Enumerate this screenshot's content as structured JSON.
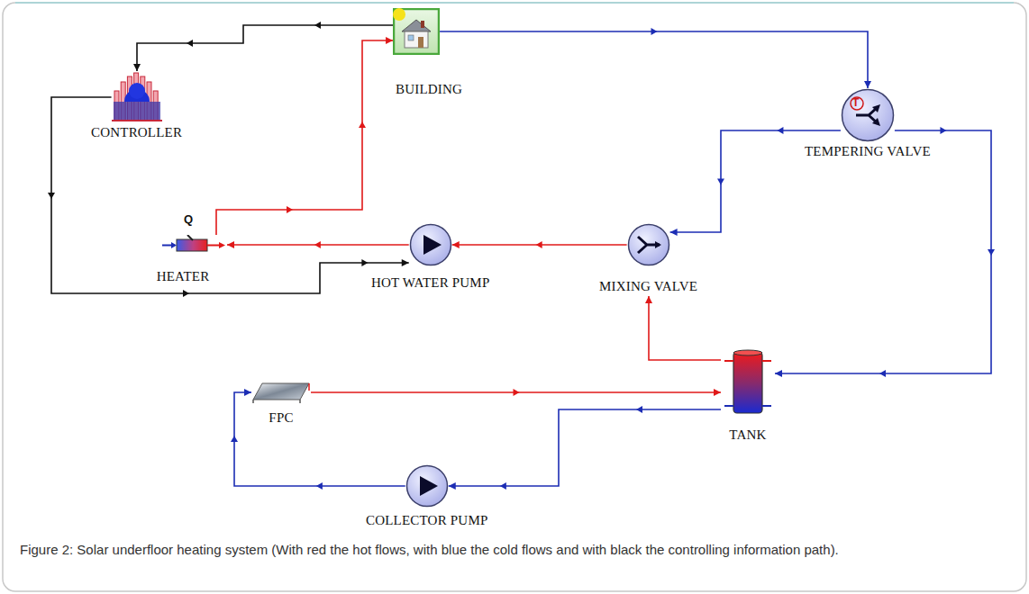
{
  "diagram": {
    "caption": "Figure 2: Solar underfloor heating system (With red the hot flows, with blue the cold flows and with black the controlling information path).",
    "nodes": [
      {
        "text": [
          "BUILDING"
        ]
      },
      {
        "text": [
          "CONTROLLER"
        ]
      },
      {
        "text": [
          "TEMPERING VALVE"
        ]
      },
      {
        "text": [
          "HEATER"
        ]
      },
      {
        "text": [
          "HOT WATER PUMP"
        ]
      },
      {
        "text": [
          "MIXING VALVE"
        ]
      },
      {
        "text": [
          "FPC"
        ]
      },
      {
        "text": [
          "TANK"
        ]
      },
      {
        "text": [
          "COLLECTOR PUMP"
        ]
      }
    ],
    "edges": [
      {
        "from": 0,
        "to": 1,
        "arrow": "to"
      },
      {
        "from": 1,
        "to": 4,
        "arrow": "to"
      },
      {
        "from": 0,
        "to": 2,
        "arrow": "to"
      },
      {
        "from": 2,
        "to": 5,
        "arrow": "to"
      },
      {
        "from": 2,
        "to": 7,
        "arrow": "to"
      },
      {
        "from": 7,
        "to": 5,
        "arrow": "to"
      },
      {
        "from": 5,
        "to": 4,
        "arrow": "to"
      },
      {
        "from": 4,
        "to": 3,
        "arrow": "to"
      },
      {
        "from": 3,
        "to": 0,
        "arrow": "to"
      },
      {
        "from": 6,
        "to": 7,
        "arrow": "to"
      },
      {
        "from": 7,
        "to": 8,
        "arrow": "to"
      },
      {
        "from": 8,
        "to": 6,
        "arrow": "to"
      }
    ],
    "labels": [
      "Q",
      "T"
    ]
  }
}
